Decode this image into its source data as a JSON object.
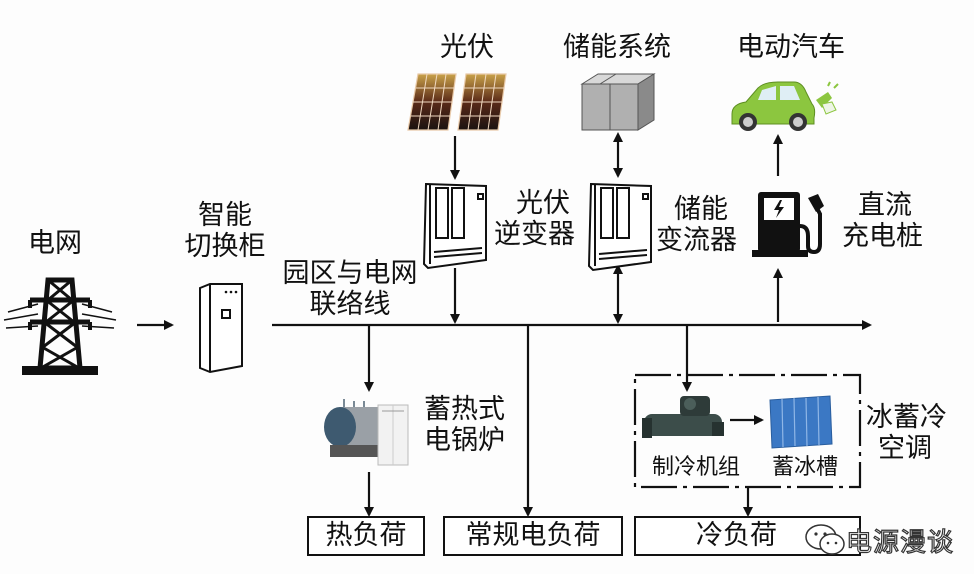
{
  "nodes": {
    "grid": "电网",
    "switch_cabinet": [
      "智能",
      "切换柜"
    ],
    "tie_line": [
      "园区与电网",
      "联络线"
    ],
    "pv": "光伏",
    "pv_inverter": [
      "光伏",
      "逆变器"
    ],
    "storage_system": "储能系统",
    "storage_converter": [
      "储能",
      "变流器"
    ],
    "ev": "电动汽车",
    "dc_charger": [
      "直流",
      "充电桩"
    ],
    "heat_storage_boiler": [
      "蓄热式",
      "电锅炉"
    ],
    "chiller": "制冷机组",
    "ice_tank": "蓄冰槽",
    "ice_storage_ac": [
      "冰蓄冷",
      "空调"
    ]
  },
  "loads": {
    "heat": "热负荷",
    "regular": "常规电负荷",
    "cold": "冷负荷"
  },
  "watermark": "电源漫谈",
  "colors": {
    "line": "#111111",
    "ev_green": "#8cc63f",
    "ice_tank_blue": "#3b78c4",
    "boiler_blue": "#3e5a70",
    "storage_gray": "#9a9a9a"
  }
}
